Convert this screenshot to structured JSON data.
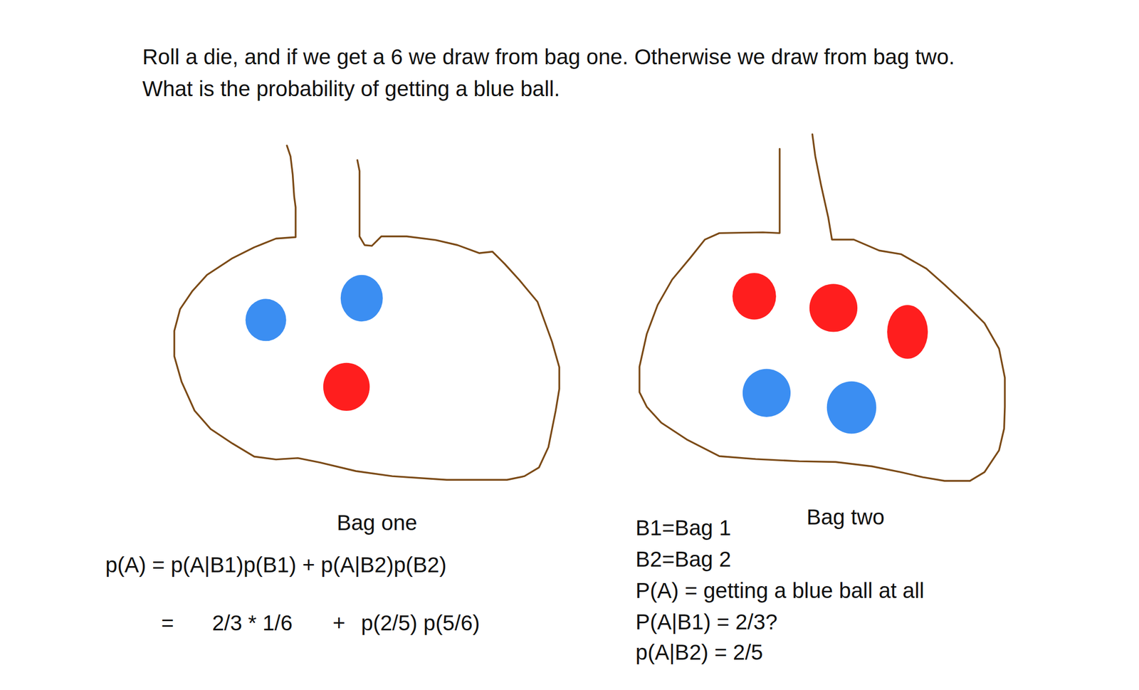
{
  "diagram": {
    "title": "Roll a die, and if we get a 6 we draw from bag one. Otherwise we draw from bag two. What is the probability of getting a blue ball.",
    "nodes": [
      {
        "text": [
          "Bag one"
        ]
      },
      {
        "text": [
          "Bag two"
        ]
      }
    ],
    "labels": [
      "p(A) = p(A|B1)p(B1) + p(A|B2)p(B2)",
      "=",
      "2/3 * 1/6",
      "+",
      "p(2/5) p(5/6)",
      "B1=Bag 1",
      "B2=Bag 2",
      "P(A) = getting a blue ball at all",
      "P(A|B1) = 2/3?",
      "p(A|B2) = 2/5"
    ]
  }
}
